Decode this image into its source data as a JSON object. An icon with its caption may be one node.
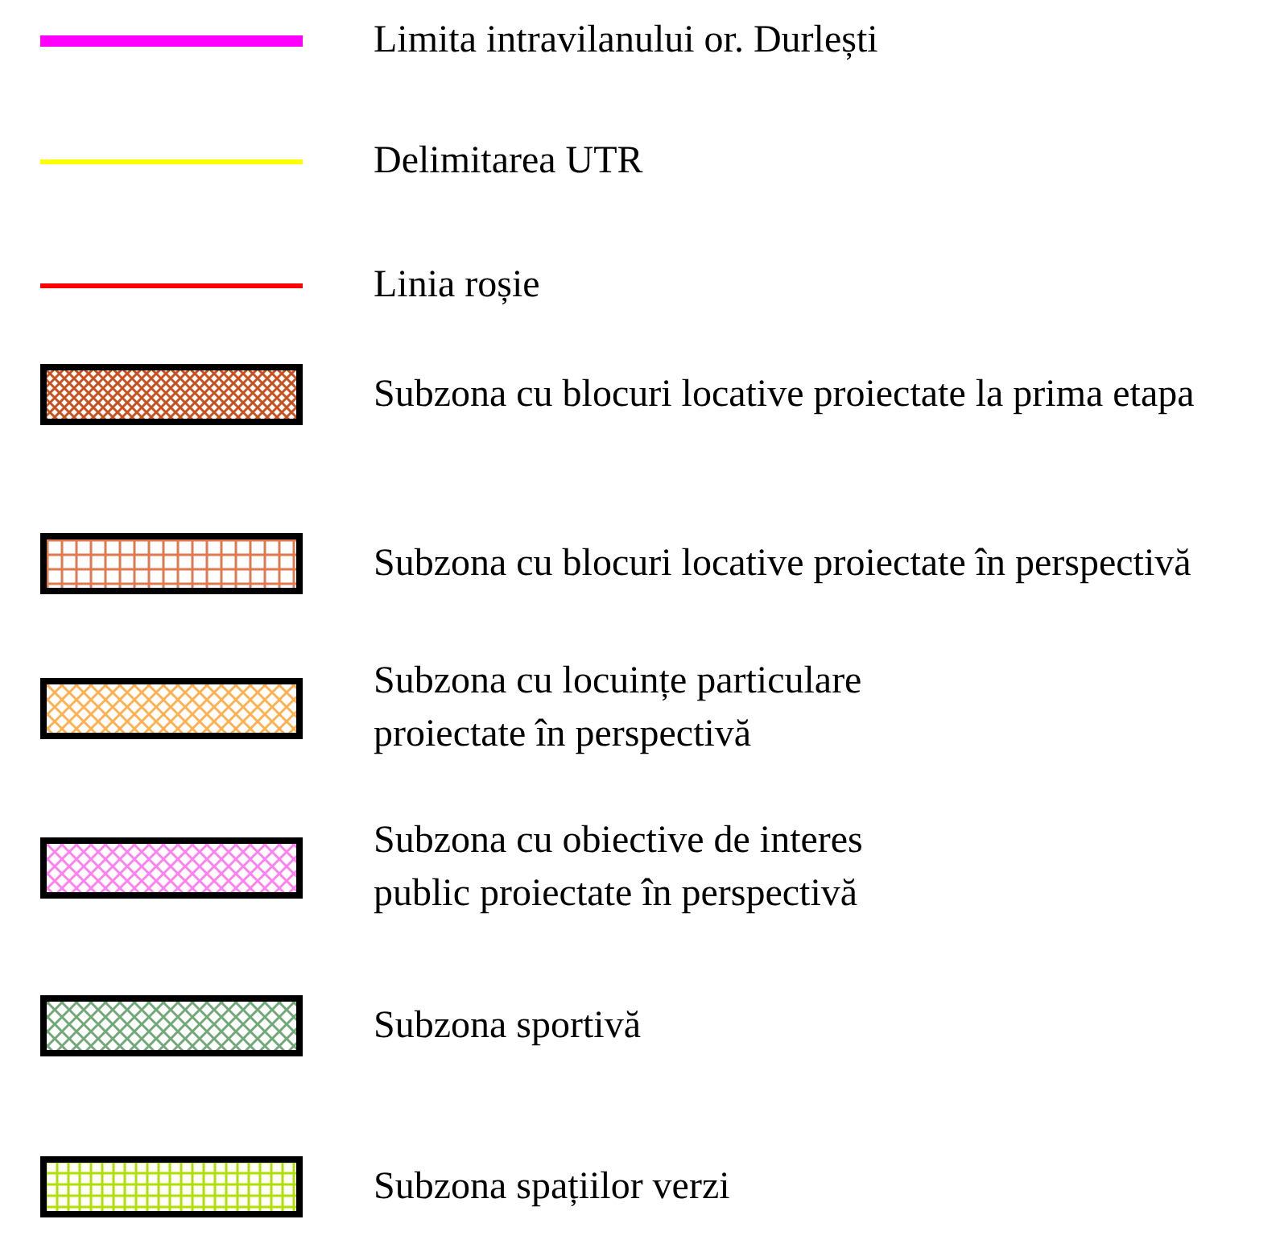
{
  "diagram": {
    "legend": [
      {
        "text": "Limita intravilanului or. Durlești"
      },
      {
        "text": "Delimitarea UTR"
      },
      {
        "text": "Linia roșie"
      },
      {
        "text": "Subzona cu blocuri locative proiectate la prima etapa"
      },
      {
        "text": "Subzona cu blocuri locative proiectate în perspectivă"
      },
      {
        "text": "Subzona cu locuințe particulare proiectate în perspectivă"
      },
      {
        "text": "Subzona cu obiective de interes public proiectate în perspectivă"
      },
      {
        "text": "Subzona sportivă"
      },
      {
        "text": "Subzona spațiilor verzi"
      }
    ]
  }
}
